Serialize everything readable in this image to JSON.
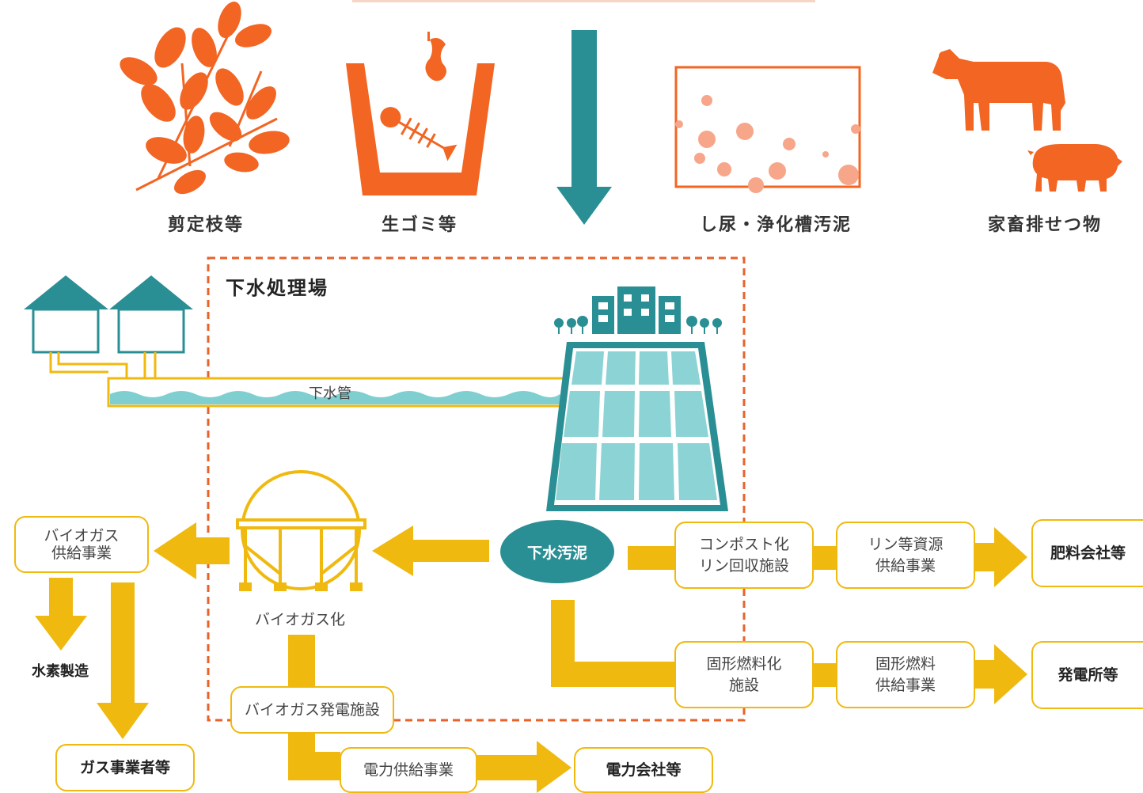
{
  "colors": {
    "orange": "#f26522",
    "orange_light": "#f7a68a",
    "teal": "#2a8f94",
    "teal_light": "#7fcfd0",
    "yellow": "#f0b90f",
    "dashed": "#e8622a"
  },
  "sources": [
    {
      "label": "剪定枝等",
      "icon": "branch-leaves-icon"
    },
    {
      "label": "生ゴミ等",
      "icon": "food-waste-icon"
    },
    {
      "label": "し尿・浄化槽汚泥",
      "icon": "sludge-tank-icon"
    },
    {
      "label": "家畜排せつ物",
      "icon": "livestock-icon"
    }
  ],
  "plant": {
    "title": "下水処理場",
    "pipe_label": "下水管",
    "sludge_label": "下水汚泥",
    "digester_label": "バイオガス化",
    "power_facility": "バイオガス発電施設"
  },
  "flows": {
    "biogas_supply": "バイオガス\n供給事業",
    "hydrogen": "水素製造",
    "gas_companies": "ガス事業者等",
    "power_supply": "電力供給事業",
    "power_companies": "電力会社等",
    "compost": "コンポスト化\nリン回収施設",
    "phosphorus": "リン等資源\n供給事業",
    "fertilizer": "肥料会社等",
    "solid_fuel": "固形燃料化\n施設",
    "solid_fuel_supply": "固形燃料\n供給事業",
    "power_plants": "発電所等"
  }
}
